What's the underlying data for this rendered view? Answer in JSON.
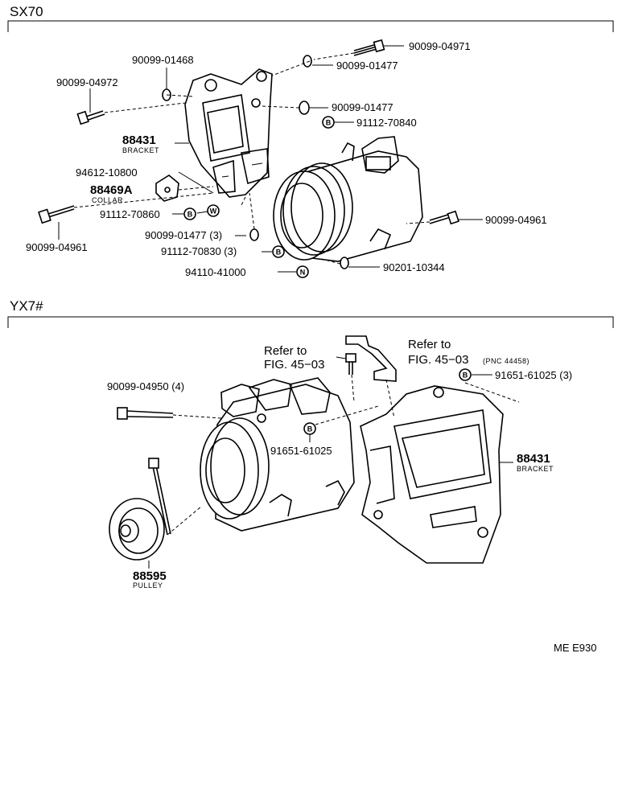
{
  "sections": {
    "sx70": "SX70",
    "yx7": "YX7#"
  },
  "sx70_labels": {
    "p_04971": "90099-04971",
    "p_01477a": "90099-01477",
    "p_01468": "90099-01468",
    "p_04972": "90099-04972",
    "p_01477b": "90099-01477",
    "p_70840": "91112-70840",
    "p_88431": "88431",
    "p_88431_sub": "BRACKET",
    "p_10800": "94612-10800",
    "p_88469": "88469A",
    "p_88469_sub": "COLLAR",
    "p_70860": "91112-70860",
    "p_04961a": "90099-04961",
    "p_04961b": "90099-04961",
    "p_01477c": "90099-01477 (3)",
    "p_70830": "91112-70830 (3)",
    "p_41000": "94110-41000",
    "p_10344": "90201-10344"
  },
  "yx7_labels": {
    "refer1_a": "Refer to",
    "refer1_b": "FIG. 45−03",
    "refer2_a": "Refer to",
    "refer2_b": "FIG. 45−03",
    "refer2_pnc": "(PNC 44458)",
    "p_61025a": "91651-61025 (3)",
    "p_04950": "90099-04950 (4)",
    "p_61025b": "91651-61025",
    "p_88431": "88431",
    "p_88431_sub": "BRACKET",
    "p_88595": "88595",
    "p_88595_sub": "PULLEY"
  },
  "markers": {
    "b": "B",
    "w": "W",
    "n": "N"
  },
  "footer": {
    "code": "ME E930"
  }
}
